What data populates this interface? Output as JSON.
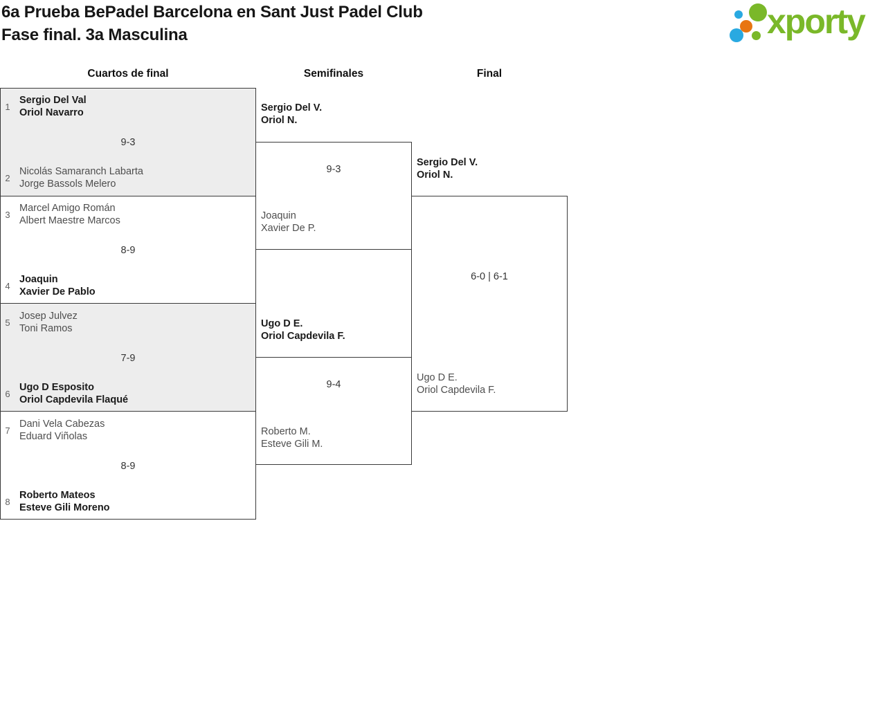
{
  "header": {
    "title_line1": "6a Prueba BePadel Barcelona en Sant Just Padel Club",
    "title_line2": "Fase final. 3a Masculina"
  },
  "logo": {
    "wordmark": "xporty",
    "colors": {
      "green": "#7ab829",
      "blue": "#29a9e1",
      "orange": "#e87511"
    }
  },
  "bracket": {
    "round_labels": [
      "Cuartos de final",
      "Semifinales",
      "Final"
    ],
    "quarterfinals": [
      {
        "top": {
          "seed": "1",
          "line1": "Sergio Del Val",
          "line2": "Oriol Navarro",
          "winner": true
        },
        "score": "9-3",
        "bottom": {
          "seed": "2",
          "line1": "Nicolás Samaranch Labarta",
          "line2": "Jorge Bassols Melero",
          "winner": false
        }
      },
      {
        "top": {
          "seed": "3",
          "line1": "Marcel Amigo Román",
          "line2": "Albert Maestre Marcos",
          "winner": false
        },
        "score": "8-9",
        "bottom": {
          "seed": "4",
          "line1": "Joaquin",
          "line2": "Xavier De Pablo",
          "winner": true
        }
      },
      {
        "top": {
          "seed": "5",
          "line1": "Josep Julvez",
          "line2": "Toni Ramos",
          "winner": false
        },
        "score": "7-9",
        "bottom": {
          "seed": "6",
          "line1": "Ugo D Esposito",
          "line2": "Oriol Capdevila Flaqué",
          "winner": true
        }
      },
      {
        "top": {
          "seed": "7",
          "line1": "Dani Vela Cabezas",
          "line2": "Eduard Viñolas",
          "winner": false
        },
        "score": "8-9",
        "bottom": {
          "seed": "8",
          "line1": "Roberto Mateos",
          "line2": "Esteve Gili Moreno",
          "winner": true
        }
      }
    ],
    "semifinals": [
      {
        "winner": {
          "line1": "Sergio Del V.",
          "line2": "Oriol N."
        },
        "score": "9-3",
        "loser": {
          "line1": "Joaquin",
          "line2": "Xavier De P."
        }
      },
      {
        "winner": {
          "line1": "Ugo D E.",
          "line2": "Oriol Capdevila F."
        },
        "score": "9-4",
        "loser": {
          "line1": "Roberto M.",
          "line2": "Esteve Gili M."
        }
      }
    ],
    "final": {
      "winner": {
        "line1": "Sergio Del V.",
        "line2": "Oriol N."
      },
      "score": "6-0 | 6-1",
      "loser": {
        "line1": "Ugo D E.",
        "line2": "Oriol Capdevila F."
      }
    }
  }
}
